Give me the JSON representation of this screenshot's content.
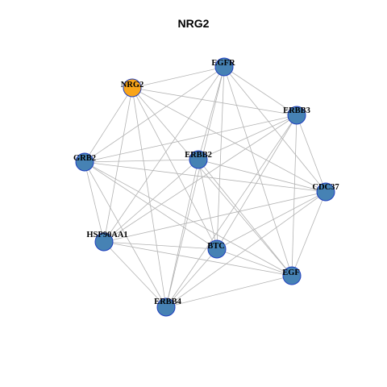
{
  "graph": {
    "title": "NRG2",
    "colors": {
      "highlight_fill": "#f9a51a",
      "node_fill": "#4682b4",
      "node_stroke": "#1f3fbf",
      "edge": "#b3b3b3"
    },
    "nodes": [
      {
        "id": "NRG2",
        "label": "NRG2",
        "highlight": true
      },
      {
        "id": "EGFR",
        "label": "EGFR",
        "highlight": false
      },
      {
        "id": "ERBB3",
        "label": "ERBB3",
        "highlight": false
      },
      {
        "id": "GRB2",
        "label": "GRB2",
        "highlight": false
      },
      {
        "id": "ERBB2",
        "label": "ERBB2",
        "highlight": false
      },
      {
        "id": "CDC37",
        "label": "CDC37",
        "highlight": false
      },
      {
        "id": "HSP90AA1",
        "label": "HSP90AA1",
        "highlight": false
      },
      {
        "id": "BTC",
        "label": "BTC",
        "highlight": false
      },
      {
        "id": "EGF",
        "label": "EGF",
        "highlight": false
      },
      {
        "id": "ERBB4",
        "label": "ERBB4",
        "highlight": false
      }
    ],
    "edges": [
      [
        "NRG2",
        "EGFR"
      ],
      [
        "NRG2",
        "ERBB3"
      ],
      [
        "NRG2",
        "GRB2"
      ],
      [
        "NRG2",
        "CDC37"
      ],
      [
        "NRG2",
        "HSP90AA1"
      ],
      [
        "NRG2",
        "BTC"
      ],
      [
        "NRG2",
        "EGF"
      ],
      [
        "NRG2",
        "ERBB4"
      ],
      [
        "EGFR",
        "GRB2"
      ],
      [
        "EGFR",
        "ERBB2"
      ],
      [
        "EGFR",
        "ERBB3"
      ],
      [
        "EGFR",
        "CDC37"
      ],
      [
        "EGFR",
        "HSP90AA1"
      ],
      [
        "EGFR",
        "BTC"
      ],
      [
        "EGFR",
        "EGF"
      ],
      [
        "EGFR",
        "ERBB4"
      ],
      [
        "ERBB3",
        "GRB2"
      ],
      [
        "ERBB3",
        "ERBB2"
      ],
      [
        "ERBB3",
        "CDC37"
      ],
      [
        "ERBB3",
        "HSP90AA1"
      ],
      [
        "ERBB3",
        "BTC"
      ],
      [
        "ERBB3",
        "EGF"
      ],
      [
        "ERBB3",
        "ERBB4"
      ],
      [
        "GRB2",
        "ERBB2"
      ],
      [
        "GRB2",
        "CDC37"
      ],
      [
        "GRB2",
        "HSP90AA1"
      ],
      [
        "GRB2",
        "BTC"
      ],
      [
        "GRB2",
        "EGF"
      ],
      [
        "GRB2",
        "ERBB4"
      ],
      [
        "ERBB2",
        "CDC37"
      ],
      [
        "ERBB2",
        "HSP90AA1"
      ],
      [
        "ERBB2",
        "BTC"
      ],
      [
        "ERBB2",
        "EGF"
      ],
      [
        "ERBB2",
        "ERBB4"
      ],
      [
        "CDC37",
        "HSP90AA1"
      ],
      [
        "CDC37",
        "BTC"
      ],
      [
        "CDC37",
        "EGF"
      ],
      [
        "CDC37",
        "ERBB4"
      ],
      [
        "HSP90AA1",
        "BTC"
      ],
      [
        "HSP90AA1",
        "EGF"
      ],
      [
        "HSP90AA1",
        "ERBB4"
      ],
      [
        "BTC",
        "EGF"
      ],
      [
        "BTC",
        "ERBB4"
      ],
      [
        "EGF",
        "ERBB4"
      ]
    ]
  }
}
